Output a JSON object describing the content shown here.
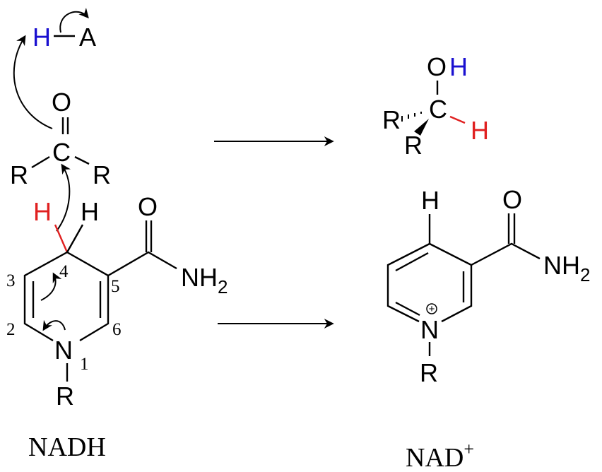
{
  "colors": {
    "proton_h": "#1a10d0",
    "hydride_h": "#e02020",
    "default": "#000000"
  },
  "acid": {
    "h": "H",
    "a": "A"
  },
  "ketone": {
    "o": "O",
    "c": "C",
    "r1": "R",
    "r2": "R"
  },
  "nadh": {
    "h_hydride": "H",
    "h": "H",
    "amide_o": "O",
    "amide_nh": "NH",
    "amide_sub": "2",
    "n": "N",
    "r": "R",
    "positions": {
      "p1": "1",
      "p2": "2",
      "p3": "3",
      "p4": "4",
      "p5": "5",
      "p6": "6"
    },
    "label": "NADH"
  },
  "alcohol": {
    "o": "O",
    "h_proton": "H",
    "c": "C",
    "r1": "R",
    "r2": "R",
    "h_hydride": "H"
  },
  "nad": {
    "h": "H",
    "amide_o": "O",
    "amide_nh": "NH",
    "amide_sub": "2",
    "n": "N",
    "charge": "+",
    "r": "R",
    "label": "NAD",
    "label_sup": "+"
  }
}
